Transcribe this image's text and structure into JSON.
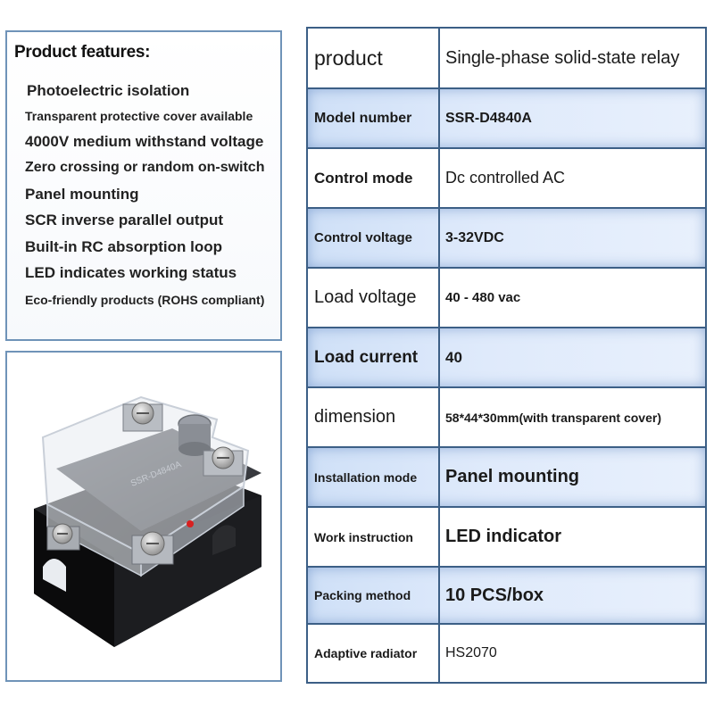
{
  "features": {
    "title": "Product features:",
    "items": [
      "Photoelectric isolation",
      "Transparent protective cover available",
      "4000V medium withstand voltage",
      "Zero crossing or random on-switch",
      "Panel mounting",
      "SCR inverse parallel output",
      "Built-in RC absorption loop",
      "LED indicates working status",
      "Eco-friendly products (ROHS compliant)"
    ]
  },
  "specs": [
    {
      "label": "product",
      "value": "Single-phase solid-state relay",
      "shaded": false
    },
    {
      "label": "Model number",
      "value": "SSR-D4840A",
      "shaded": true
    },
    {
      "label": "Control mode",
      "value": "Dc controlled AC",
      "shaded": false
    },
    {
      "label": "Control voltage",
      "value": "3-32VDC",
      "shaded": true
    },
    {
      "label": "Load voltage",
      "value": "40 - 480 vac",
      "shaded": false
    },
    {
      "label": "Load current",
      "value": "40",
      "shaded": true
    },
    {
      "label": "dimension",
      "value": "58*44*30mm(with transparent cover)",
      "shaded": false
    },
    {
      "label": "Installation mode",
      "value": "Panel mounting",
      "shaded": true
    },
    {
      "label": "Work instruction",
      "value": "LED indicator",
      "shaded": false
    },
    {
      "label": "Packing method",
      "value": "10 PCS/box",
      "shaded": true
    },
    {
      "label": "Adaptive radiator",
      "value": "HS2070",
      "shaded": false
    }
  ],
  "photo": {
    "relay_label": "SSR-D4840A",
    "colors": {
      "body": "#141416",
      "top_plate": "#3a3d42",
      "cover": "#e4e8ee",
      "led": "#d82020"
    }
  }
}
